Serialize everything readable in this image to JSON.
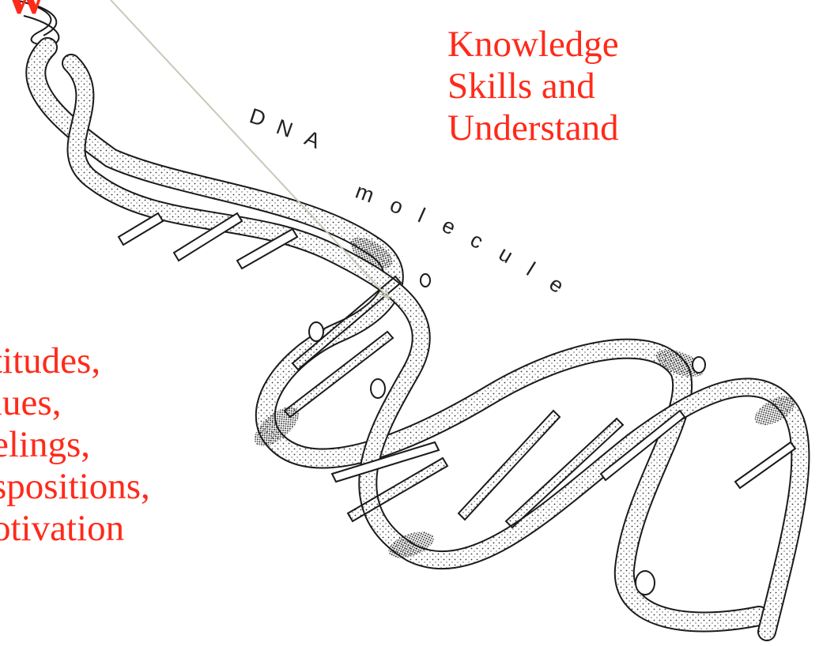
{
  "slide": {
    "top_fragment": "w",
    "right_lines": [
      "Knowledge",
      "Skills and",
      "Understand"
    ],
    "left_lines": [
      "titudes,",
      "lues,",
      "elings,",
      "spositions,",
      "otivation"
    ],
    "helix_label_letters": [
      "D",
      "N",
      "A",
      "m",
      "o",
      "l",
      "e",
      "c",
      "u",
      "l",
      "e"
    ]
  },
  "colors": {
    "accent_text": "#ff2a1a",
    "line_art": "#1a1a1a",
    "arrow": "#c8c8b8"
  },
  "icons": {
    "helix": "dna-helix-illustration",
    "arrow": "pointer-arrow"
  }
}
